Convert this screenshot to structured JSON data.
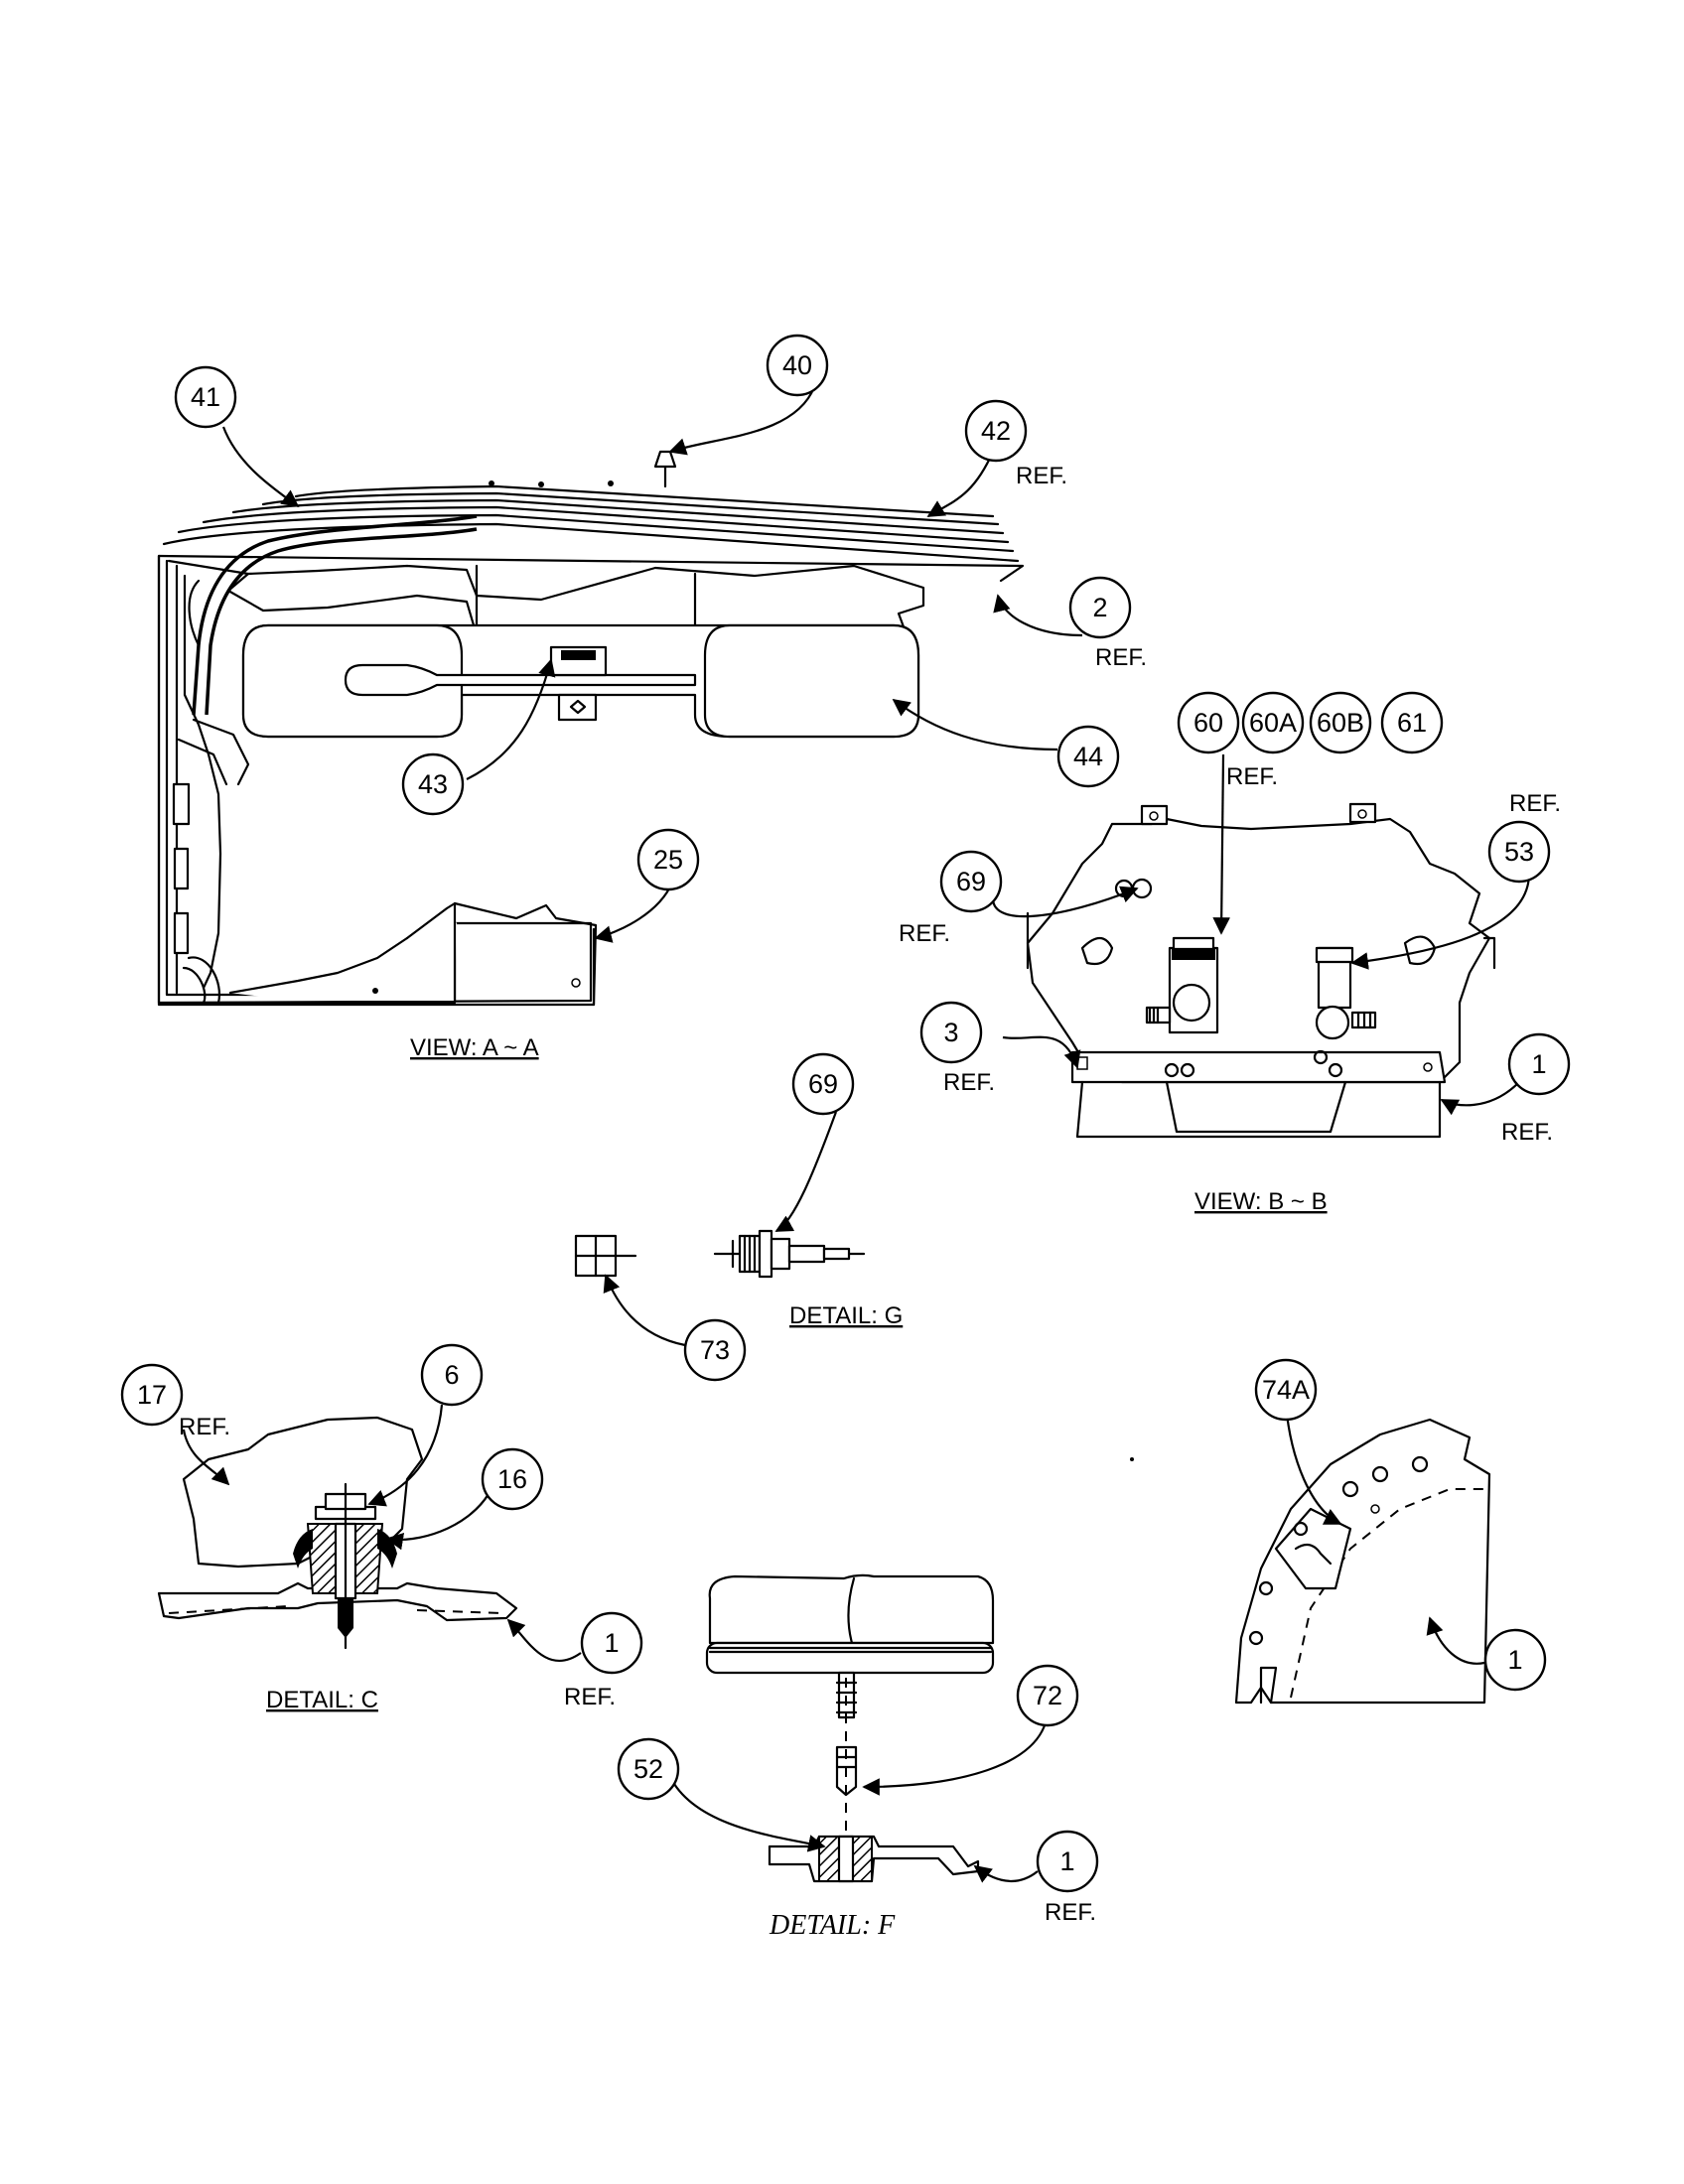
{
  "views": {
    "view_a": {
      "caption": "VIEW: A ~ A"
    },
    "view_b": {
      "caption": "VIEW: B ~ B"
    },
    "detail_g": {
      "caption": "DETAIL: G"
    },
    "detail_c": {
      "caption": "DETAIL: C"
    },
    "detail_f": {
      "caption": "DETAIL: F"
    }
  },
  "callouts": {
    "c41": "41",
    "c40": "40",
    "c42": "42",
    "c2": "2",
    "c43": "43",
    "c44": "44",
    "c25": "25",
    "c60": "60",
    "c60a": "60A",
    "c60b": "60B",
    "c61": "61",
    "c69b": "69",
    "c53": "53",
    "c3": "3",
    "c1b": "1",
    "c69g": "69",
    "c73": "73",
    "c17": "17",
    "c6": "6",
    "c16": "16",
    "c1c": "1",
    "c74a": "74A",
    "c1d": "1",
    "c72": "72",
    "c52": "52",
    "c1f": "1"
  },
  "ref_label": "REF."
}
